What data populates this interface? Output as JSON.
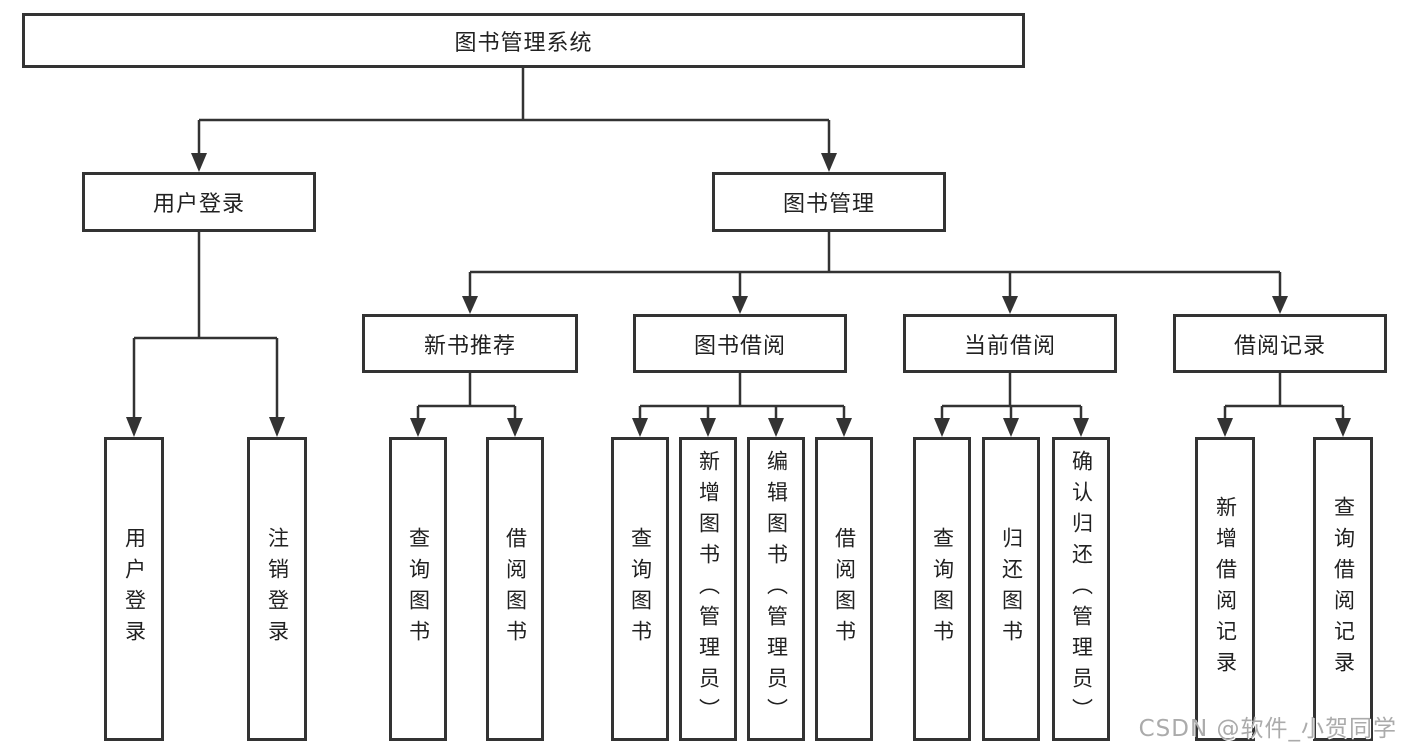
{
  "diagram": {
    "tree": {
      "root": {
        "label": "图书管理系统"
      },
      "branches": [
        {
          "label": "用户登录",
          "children": [
            {
              "label": "用户登录"
            },
            {
              "label": "注销登录"
            }
          ]
        },
        {
          "label": "图书管理",
          "children": [
            {
              "label": "新书推荐",
              "children": [
                {
                  "label": "查询图书"
                },
                {
                  "label": "借阅图书"
                }
              ]
            },
            {
              "label": "图书借阅",
              "children": [
                {
                  "label": "查询图书"
                },
                {
                  "label": "新增图书（管理员）"
                },
                {
                  "label": "编辑图书（管理员）"
                },
                {
                  "label": "借阅图书"
                }
              ]
            },
            {
              "label": "当前借阅",
              "children": [
                {
                  "label": "查询图书"
                },
                {
                  "label": "归还图书"
                },
                {
                  "label": "确认归还（管理员）"
                }
              ]
            },
            {
              "label": "借阅记录",
              "children": [
                {
                  "label": "新增借阅记录"
                },
                {
                  "label": "查询借阅记录"
                }
              ]
            }
          ]
        }
      ]
    },
    "colors": {
      "line": "#333333",
      "text": "#212121",
      "box_fill": "#ffffff",
      "watermark": "#ababab"
    }
  },
  "watermark": {
    "text": "CSDN @软件_小贺同学"
  }
}
